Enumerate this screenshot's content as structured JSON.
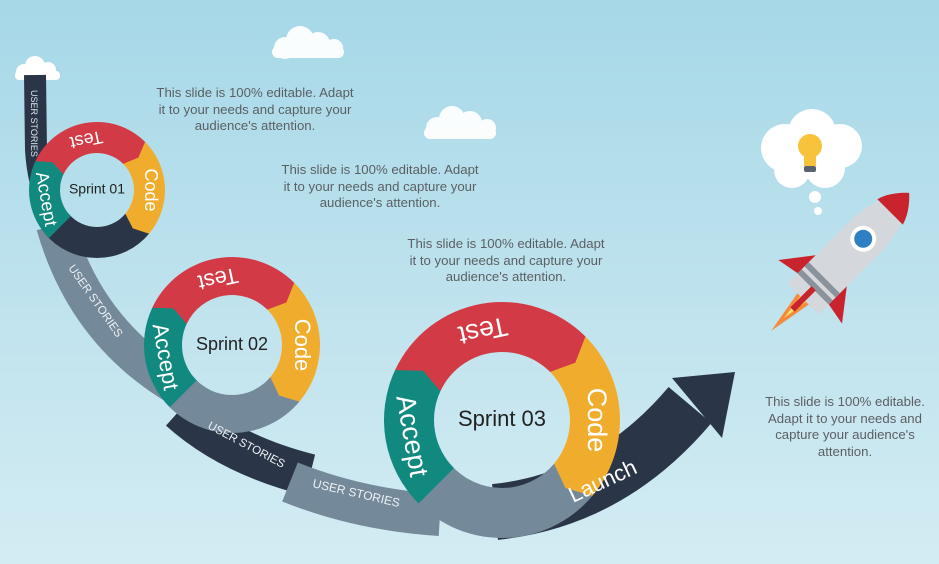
{
  "colors": {
    "test": "#d23b45",
    "code": "#f0ad2d",
    "accept": "#12897f",
    "dark": "#2a3648",
    "gray": "#74899a"
  },
  "paragraphs": [
    {
      "lines": [
        "This slide is 100% editable. Adapt",
        "it to your needs and capture your",
        "audience's attention."
      ]
    },
    {
      "lines": [
        "This slide is 100% editable. Adapt",
        "it to your needs and capture your",
        "audience's attention."
      ]
    },
    {
      "lines": [
        "This slide is 100% editable. Adapt",
        "it to your needs and capture your",
        "audience's attention."
      ]
    },
    {
      "lines": [
        "This slide is 100% editable.",
        "Adapt it to your needs and",
        "capture your audience's",
        "attention."
      ]
    }
  ],
  "sprints": [
    {
      "name": "Sprint 01",
      "test": "Test",
      "code": "Code",
      "accept": "Accept"
    },
    {
      "name": "Sprint 02",
      "test": "Test",
      "code": "Code",
      "accept": "Accept"
    },
    {
      "name": "Sprint 03",
      "test": "Test",
      "code": "Code",
      "accept": "Accept"
    }
  ],
  "user_stories": [
    "USER STORIES",
    "USER STORIES",
    "USER STORIES",
    "USER STORIES"
  ],
  "launch": "Launch",
  "icons": [
    "cloud-icon",
    "lightbulb-icon",
    "rocket-icon"
  ]
}
